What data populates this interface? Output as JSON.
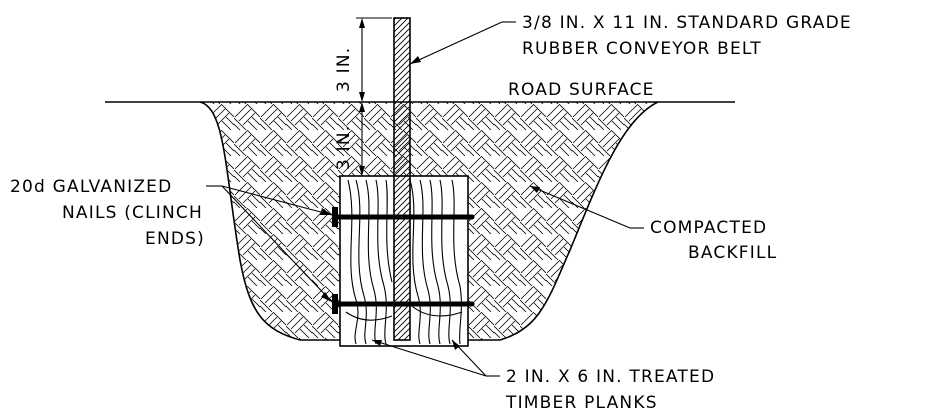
{
  "labels": {
    "belt_line1": "3/8 IN. X 11 IN. STANDARD GRADE",
    "belt_line2": "RUBBER CONVEYOR BELT",
    "road_surface": "ROAD SURFACE",
    "dim_upper": "3 IN.",
    "dim_lower": "3 IN.",
    "nails_line1": "20d GALVANIZED",
    "nails_line2": "NAILS (CLINCH",
    "nails_line3": "ENDS)",
    "backfill_line1": "COMPACTED",
    "backfill_line2": "BACKFILL",
    "planks_line1": "2 IN. X 6 IN. TREATED",
    "planks_line2": "TIMBER PLANKS"
  },
  "colors": {
    "line": "#000000",
    "background": "#ffffff"
  }
}
